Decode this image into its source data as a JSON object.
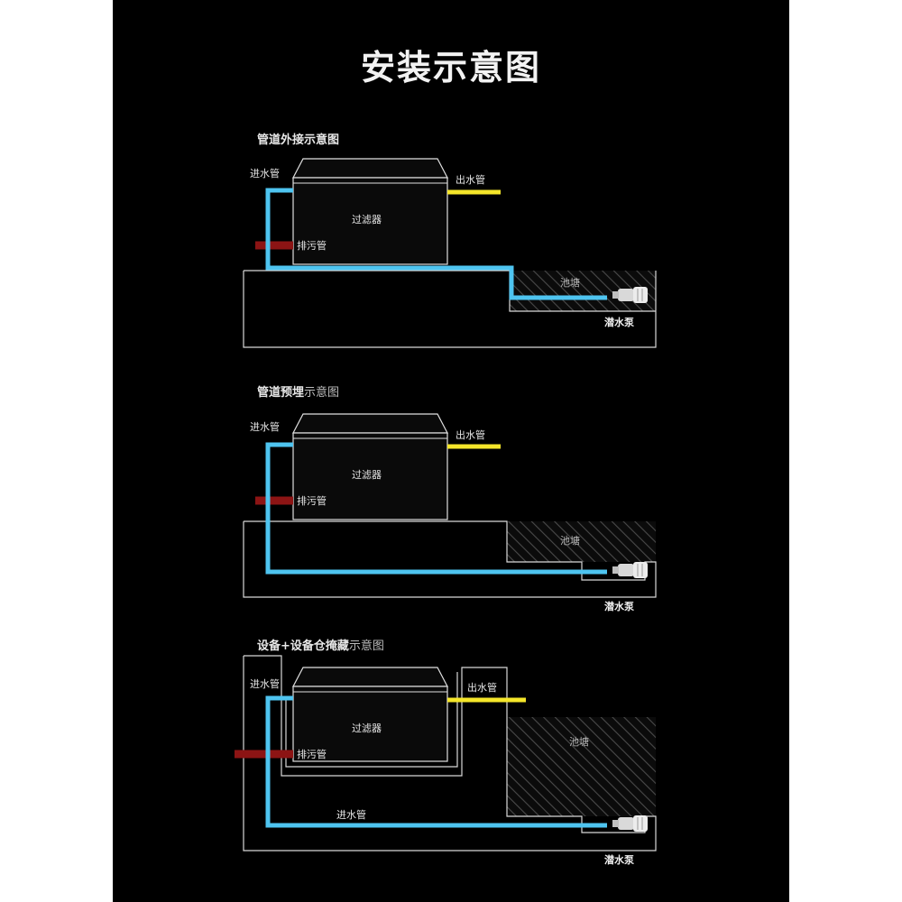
{
  "title": "安装示意图",
  "sections": [
    {
      "title_bold": "管道外接示意图",
      "title_plain": "",
      "labels": {
        "inlet": "进水管",
        "outlet": "出水管",
        "filter": "过滤器",
        "drain": "排污管",
        "pond": "池塘",
        "pump": "潜水泵"
      }
    },
    {
      "title_bold": "管道预埋",
      "title_plain": "示意图",
      "labels": {
        "inlet": "进水管",
        "outlet": "出水管",
        "filter": "过滤器",
        "drain": "排污管",
        "pond": "池塘",
        "pump": "潜水泵"
      }
    },
    {
      "title_bold": "设备+设备仓掩藏",
      "title_plain": "示意图",
      "labels": {
        "inlet": "进水管",
        "outlet": "出水管",
        "filter": "过滤器",
        "drain": "排污管",
        "pond": "池塘",
        "pump": "潜水泵",
        "inlet_bottom": "进水管"
      }
    }
  ],
  "colors": {
    "background": "#000000",
    "inlet_pipe": "#4ec4f0",
    "outlet_pipe": "#f5e62a",
    "drain_pipe": "#8c1414",
    "outline": "#d8d8d8"
  }
}
